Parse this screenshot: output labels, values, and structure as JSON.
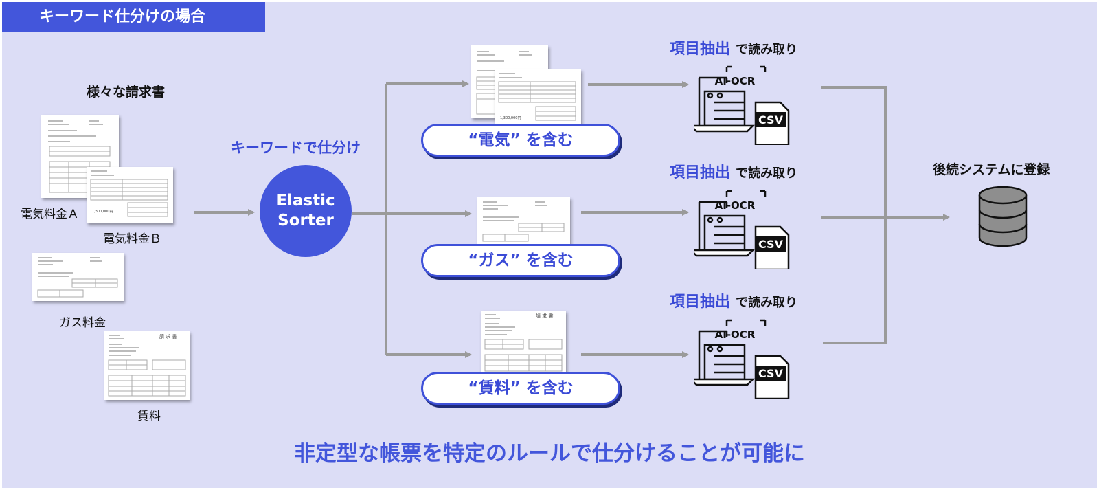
{
  "title": "キーワード仕分けの場合",
  "inputs": {
    "header": "様々な請求書",
    "docs": [
      {
        "label": "電気料金Ａ"
      },
      {
        "label": "電気料金Ｂ"
      },
      {
        "label": "ガス料金"
      },
      {
        "label": "賃料"
      }
    ]
  },
  "sorter": {
    "caption": "キーワードで仕分け",
    "line1": "Elastic",
    "line2": "Sorter"
  },
  "branches": [
    {
      "rule": "“電気” を含む",
      "extract_bold": "項目抽出",
      "extract_rest": "で読み取り"
    },
    {
      "rule": "“ガス” を含む",
      "extract_bold": "項目抽出",
      "extract_rest": "で読み取り"
    },
    {
      "rule": "“賃料” を含む",
      "extract_bold": "項目抽出",
      "extract_rest": "で読み取り"
    }
  ],
  "ocr": {
    "label": "AI-OCR",
    "file": "CSV"
  },
  "output": {
    "label": "後続システムに登録"
  },
  "tagline": "非定型な帳票を特定のルールで仕分けることが可能に",
  "doc_text": {
    "seikyu": "請 求 書",
    "amount": "1,300,000円"
  },
  "colors": {
    "accent": "#4356db",
    "background": "#dcddf6",
    "arrow": "#9a9a9a"
  }
}
